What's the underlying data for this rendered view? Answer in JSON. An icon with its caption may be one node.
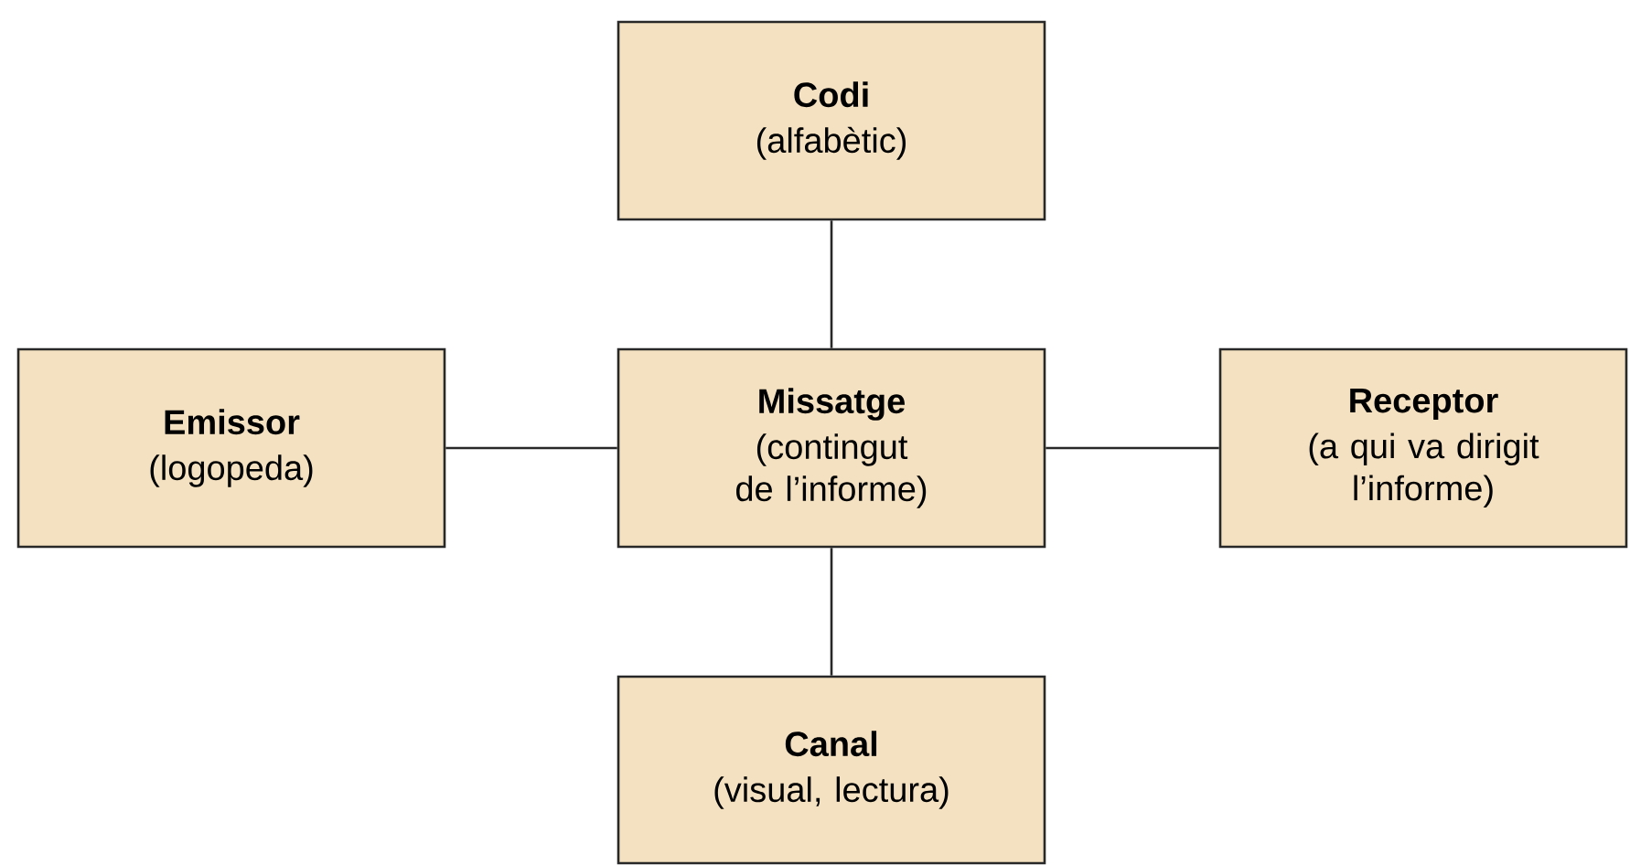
{
  "diagram": {
    "nodes": [
      {
        "text": [
          "Codi",
          "(alfabètic)"
        ]
      },
      {
        "text": [
          "Emissor",
          "(logopeda)"
        ]
      },
      {
        "text": [
          "Missatge",
          "(contingut de l’informe)"
        ]
      },
      {
        "text": [
          "Receptor",
          "(a qui va dirigit l’informe)"
        ]
      },
      {
        "text": [
          "Canal",
          "(visual, lectura)"
        ]
      }
    ],
    "edges": [
      {
        "from": 0,
        "to": 2,
        "arrow": "none"
      },
      {
        "from": 1,
        "to": 2,
        "arrow": "none"
      },
      {
        "from": 2,
        "to": 3,
        "arrow": "none"
      },
      {
        "from": 2,
        "to": 4,
        "arrow": "none"
      }
    ]
  }
}
